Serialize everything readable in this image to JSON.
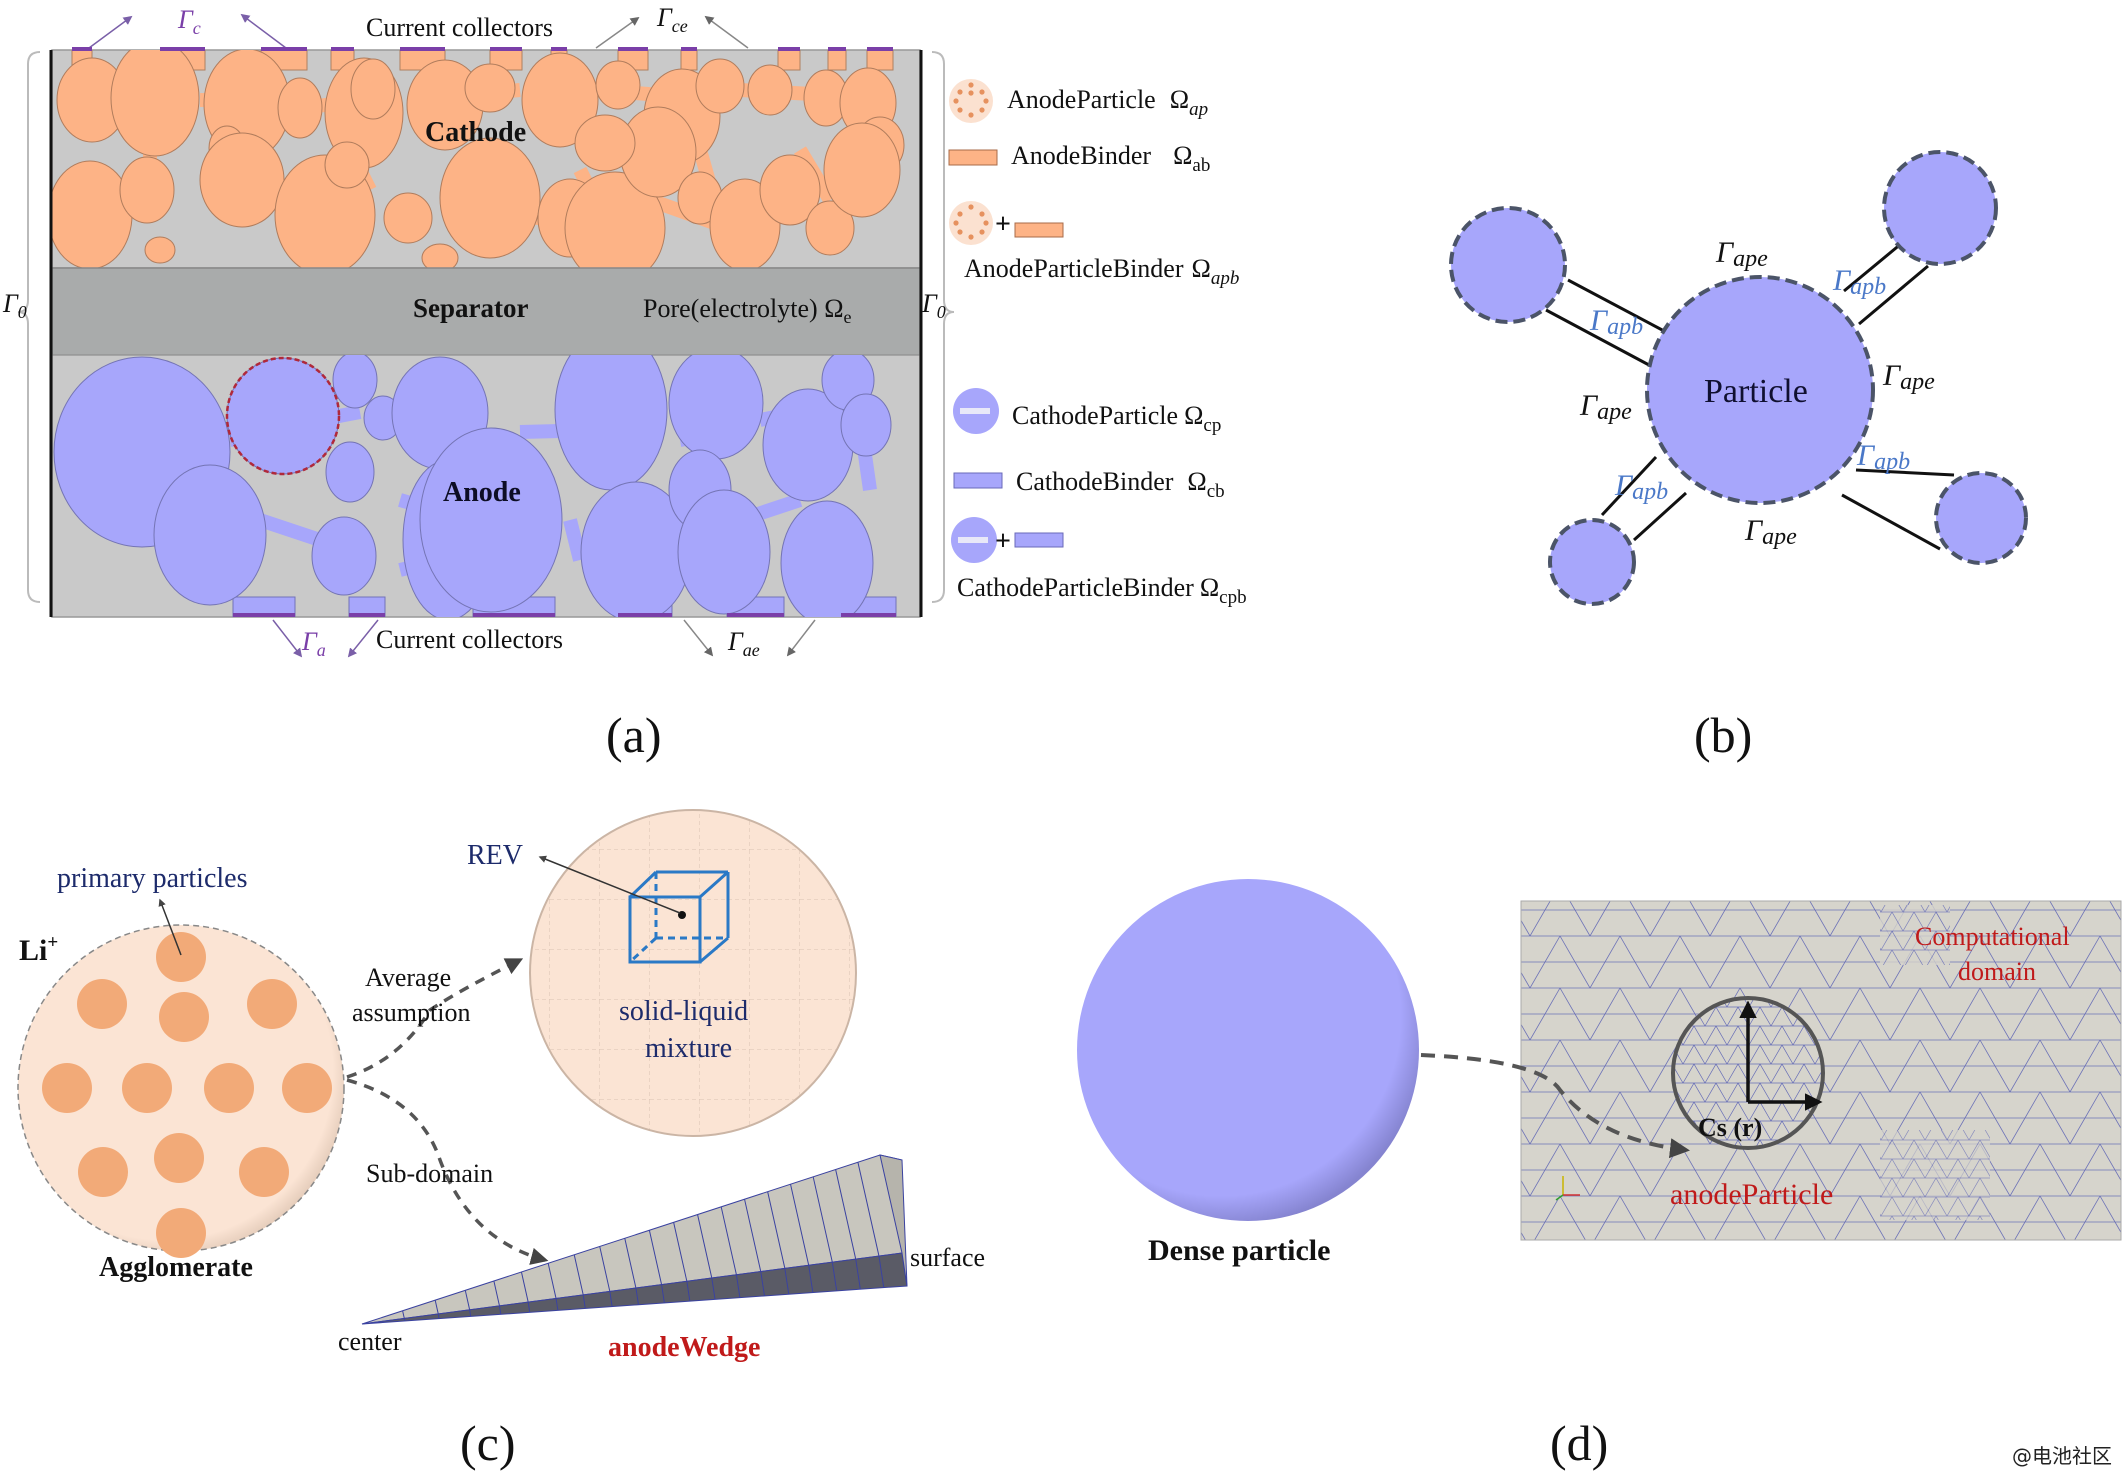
{
  "colors": {
    "cathode_particle": "#fdb386",
    "anode_particle": "#a7a6fb",
    "electrode_bg": "#c9c9c9",
    "separator_bg": "#a9abab",
    "collector": "#7a3fa8",
    "boundary_dash": "#4b5468",
    "mesh_bg": "#d6d4cc",
    "mesh_line": "#3a42a0",
    "agglomerate_bg": "#fbe4d4",
    "primary_particle": "#f2aa78",
    "rev_cube": "#2a79c6",
    "red_text": "#c01a1a"
  },
  "panel_a": {
    "top_collectors_label": "Current collectors",
    "bottom_collectors_label": "Current collectors",
    "gamma_c": "Γ",
    "gamma_c_sub": "c",
    "gamma_ce": "Γ",
    "gamma_ce_sub": "ce",
    "gamma_a": "Γ",
    "gamma_a_sub": "a",
    "gamma_ae": "Γ",
    "gamma_ae_sub": "ae",
    "gamma_0_left": "Γ",
    "gamma_0_right": "Γ",
    "gamma_0_sub": "0",
    "cathode_label": "Cathode",
    "separator_label": "Separator",
    "pore_label": "Pore(electrolyte) Ω",
    "pore_sub": "e",
    "anode_label": "Anode",
    "caption": "(a)",
    "legend": [
      {
        "name": "AnodeParticle",
        "symbol": "Ω",
        "sub": "ap",
        "icon": "agglomerate-particle-icon"
      },
      {
        "name": "AnodeBinder",
        "symbol": "Ω",
        "sub": "ab",
        "icon": "binder-rect-orange-icon"
      },
      {
        "name": "AnodeParticleBinder",
        "symbol": "Ω",
        "sub": "apb",
        "icon": "particle-plus-binder-orange-icon"
      },
      {
        "name": "CathodeParticle",
        "symbol": "Ω",
        "sub": "cp",
        "icon": "dense-particle-icon"
      },
      {
        "name": "CathodeBinder",
        "symbol": "Ω",
        "sub": "cb",
        "icon": "binder-rect-blue-icon"
      },
      {
        "name": "CathodeParticleBinder",
        "symbol": "Ω",
        "sub": "cpb",
        "icon": "particle-plus-binder-blue-icon"
      }
    ],
    "legend_plus": "+"
  },
  "panel_b": {
    "particle_label": "Particle",
    "gamma": "Γ",
    "ape_sub": "ape",
    "apb_sub": "apb",
    "caption": "(b)"
  },
  "panel_c": {
    "primary_particles_label": "primary particles",
    "li_label": "Li",
    "li_sup": "+",
    "agglomerate_label": "Agglomerate",
    "average_line1": "Average",
    "average_line2": "assumption",
    "rev_label": "REV",
    "mixture_line1": "solid-liquid",
    "mixture_line2": "mixture",
    "subdomain_label": "Sub-domain",
    "center_label": "center",
    "surface_label": "surface",
    "wedge_label": "anodeWedge",
    "caption": "(c)"
  },
  "panel_d": {
    "dense_particle_label": "Dense particle",
    "computational_line1": "Computational",
    "computational_line2": "domain",
    "cs_label": "Cs (r)",
    "anode_particle_label": "anodeParticle",
    "caption": "(d)"
  },
  "watermark": "@电池社区"
}
